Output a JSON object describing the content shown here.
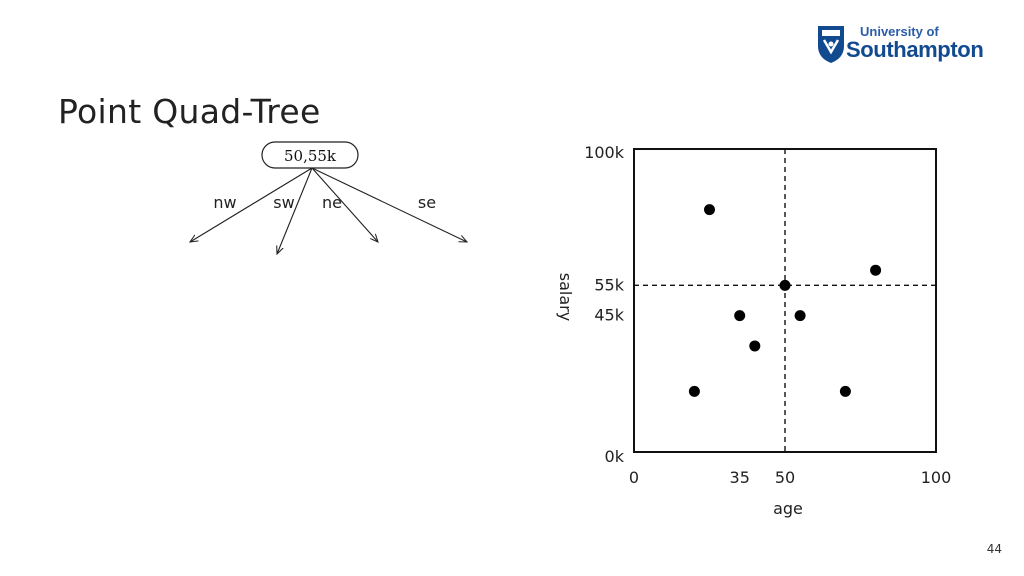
{
  "slide": {
    "title": "Point Quad-Tree",
    "page_number": "44"
  },
  "logo": {
    "line1": "University of",
    "line2": "Southampton",
    "colors": {
      "primary": "#124a8f",
      "secondary": "#2a5ca8"
    }
  },
  "tree": {
    "root_label": "50,55k",
    "branches": [
      "nw",
      "sw",
      "ne",
      "se"
    ]
  },
  "chart_data": {
    "type": "scatter",
    "xlabel": "age",
    "ylabel": "salary",
    "xlim": [
      0,
      100
    ],
    "ylim": [
      0,
      100
    ],
    "x_ticks": [
      {
        "value": 0,
        "label": "0"
      },
      {
        "value": 35,
        "label": "35"
      },
      {
        "value": 50,
        "label": "50"
      },
      {
        "value": 100,
        "label": "100"
      }
    ],
    "y_ticks": [
      {
        "value": 0,
        "label": "0k"
      },
      {
        "value": 45,
        "label": "45k"
      },
      {
        "value": 55,
        "label": "55k"
      },
      {
        "value": 100,
        "label": "100k"
      }
    ],
    "divider": {
      "x": 50,
      "y": 55
    },
    "points": [
      {
        "x": 25,
        "y": 80
      },
      {
        "x": 80,
        "y": 60
      },
      {
        "x": 50,
        "y": 55
      },
      {
        "x": 35,
        "y": 45
      },
      {
        "x": 55,
        "y": 45
      },
      {
        "x": 40,
        "y": 35
      },
      {
        "x": 20,
        "y": 20
      },
      {
        "x": 70,
        "y": 20
      }
    ]
  }
}
